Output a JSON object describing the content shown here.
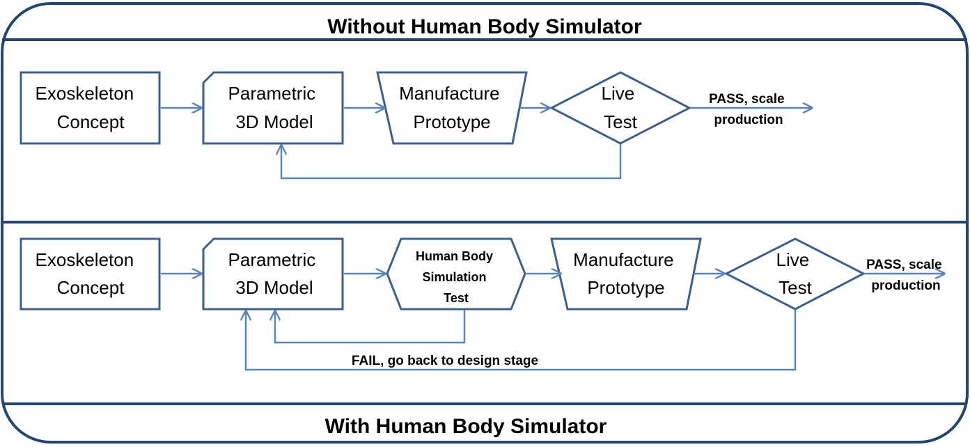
{
  "titles": {
    "top": "Without Human Body Simulator",
    "bottom": "With Human Body Simulator"
  },
  "top_flow": {
    "concept": [
      "Exoskeleton",
      "Concept"
    ],
    "model": [
      "Parametric",
      "3D Model"
    ],
    "manufacture": [
      "Manufacture",
      "Prototype"
    ],
    "test": [
      "Live",
      "Test"
    ],
    "pass": [
      "PASS, scale",
      "production"
    ]
  },
  "bottom_flow": {
    "concept": [
      "Exoskeleton",
      "Concept"
    ],
    "model": [
      "Parametric",
      "3D Model"
    ],
    "simulation": [
      "Human Body",
      "Simulation",
      "Test"
    ],
    "manufacture": [
      "Manufacture",
      "Prototype"
    ],
    "test": [
      "Live",
      "Test"
    ],
    "pass": [
      "PASS, scale",
      "production"
    ],
    "fail": "FAIL, go back to design stage"
  },
  "colors": {
    "frame": "#24456f",
    "node_border": "#3d5f8e",
    "arrow": "#5a84be"
  }
}
